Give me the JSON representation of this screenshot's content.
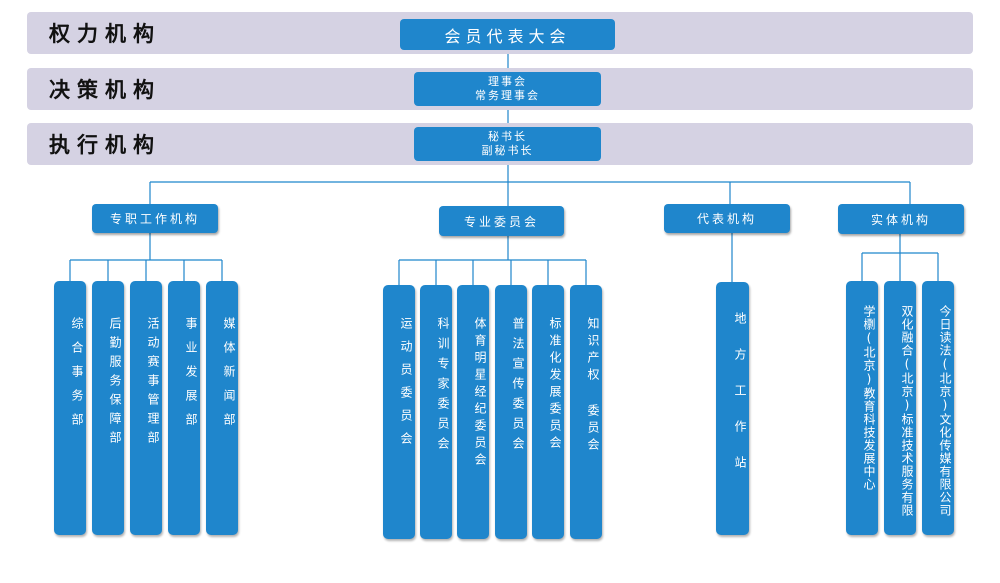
{
  "bands": [
    {
      "label": "权力机构"
    },
    {
      "label": "决策机构"
    },
    {
      "label": "执行机构"
    }
  ],
  "top": {
    "assembly": "会员代表大会",
    "council_line1": "理事会",
    "council_line2": "常务理事会",
    "secretary_line1": "秘书长",
    "secretary_line2": "副秘书长"
  },
  "categories": [
    {
      "label": "专职工作机构"
    },
    {
      "label": "专业委员会"
    },
    {
      "label": "代表机构"
    },
    {
      "label": "实体机构"
    }
  ],
  "units": {
    "dept": [
      "综合事务部",
      "后勤服务保障部",
      "活动赛事管理部",
      "事业发展部",
      "媒体新闻部"
    ],
    "committees": [
      "运动员委员会",
      "科训专家委员会",
      "体育明星经纪委员会",
      "普法宣传委员会",
      "标准化发展委员会",
      "知识产权 委员会"
    ],
    "rep": [
      "地方工作站"
    ],
    "entities": [
      "学檦(北京)教育科技发展中心",
      "双化融合(北京)标准技术服务有限",
      "今日读法(北京)文化传媒有限公司"
    ]
  }
}
